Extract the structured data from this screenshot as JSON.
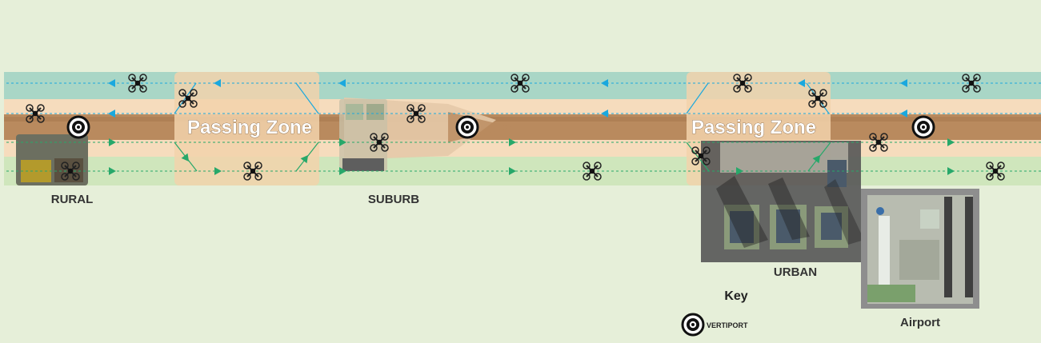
{
  "diagram": {
    "zones": [
      {
        "label": "Passing Zone"
      },
      {
        "label": "Passing Zone"
      }
    ],
    "places": {
      "rural": "RURAL",
      "suburb": "SUBURB",
      "urban": "URBAN",
      "airport": "Airport"
    },
    "key": {
      "title": "Key",
      "vertiport_label": "VERTIPORT"
    },
    "vertiport_count": 3,
    "colors": {
      "background": "#e6efd9",
      "westbound_lane": "#a9d6c6",
      "corridor": "#f6dcbd",
      "road": "#b98a5e",
      "eastbound_lane": "#cfe6bc",
      "westbound_arrow": "#1aa8de",
      "eastbound_arrow": "#27a86a"
    },
    "icons": [
      "drone-icon",
      "vertiport-icon",
      "arrow-left-icon",
      "arrow-right-icon",
      "city-block",
      "airport-map"
    ]
  }
}
